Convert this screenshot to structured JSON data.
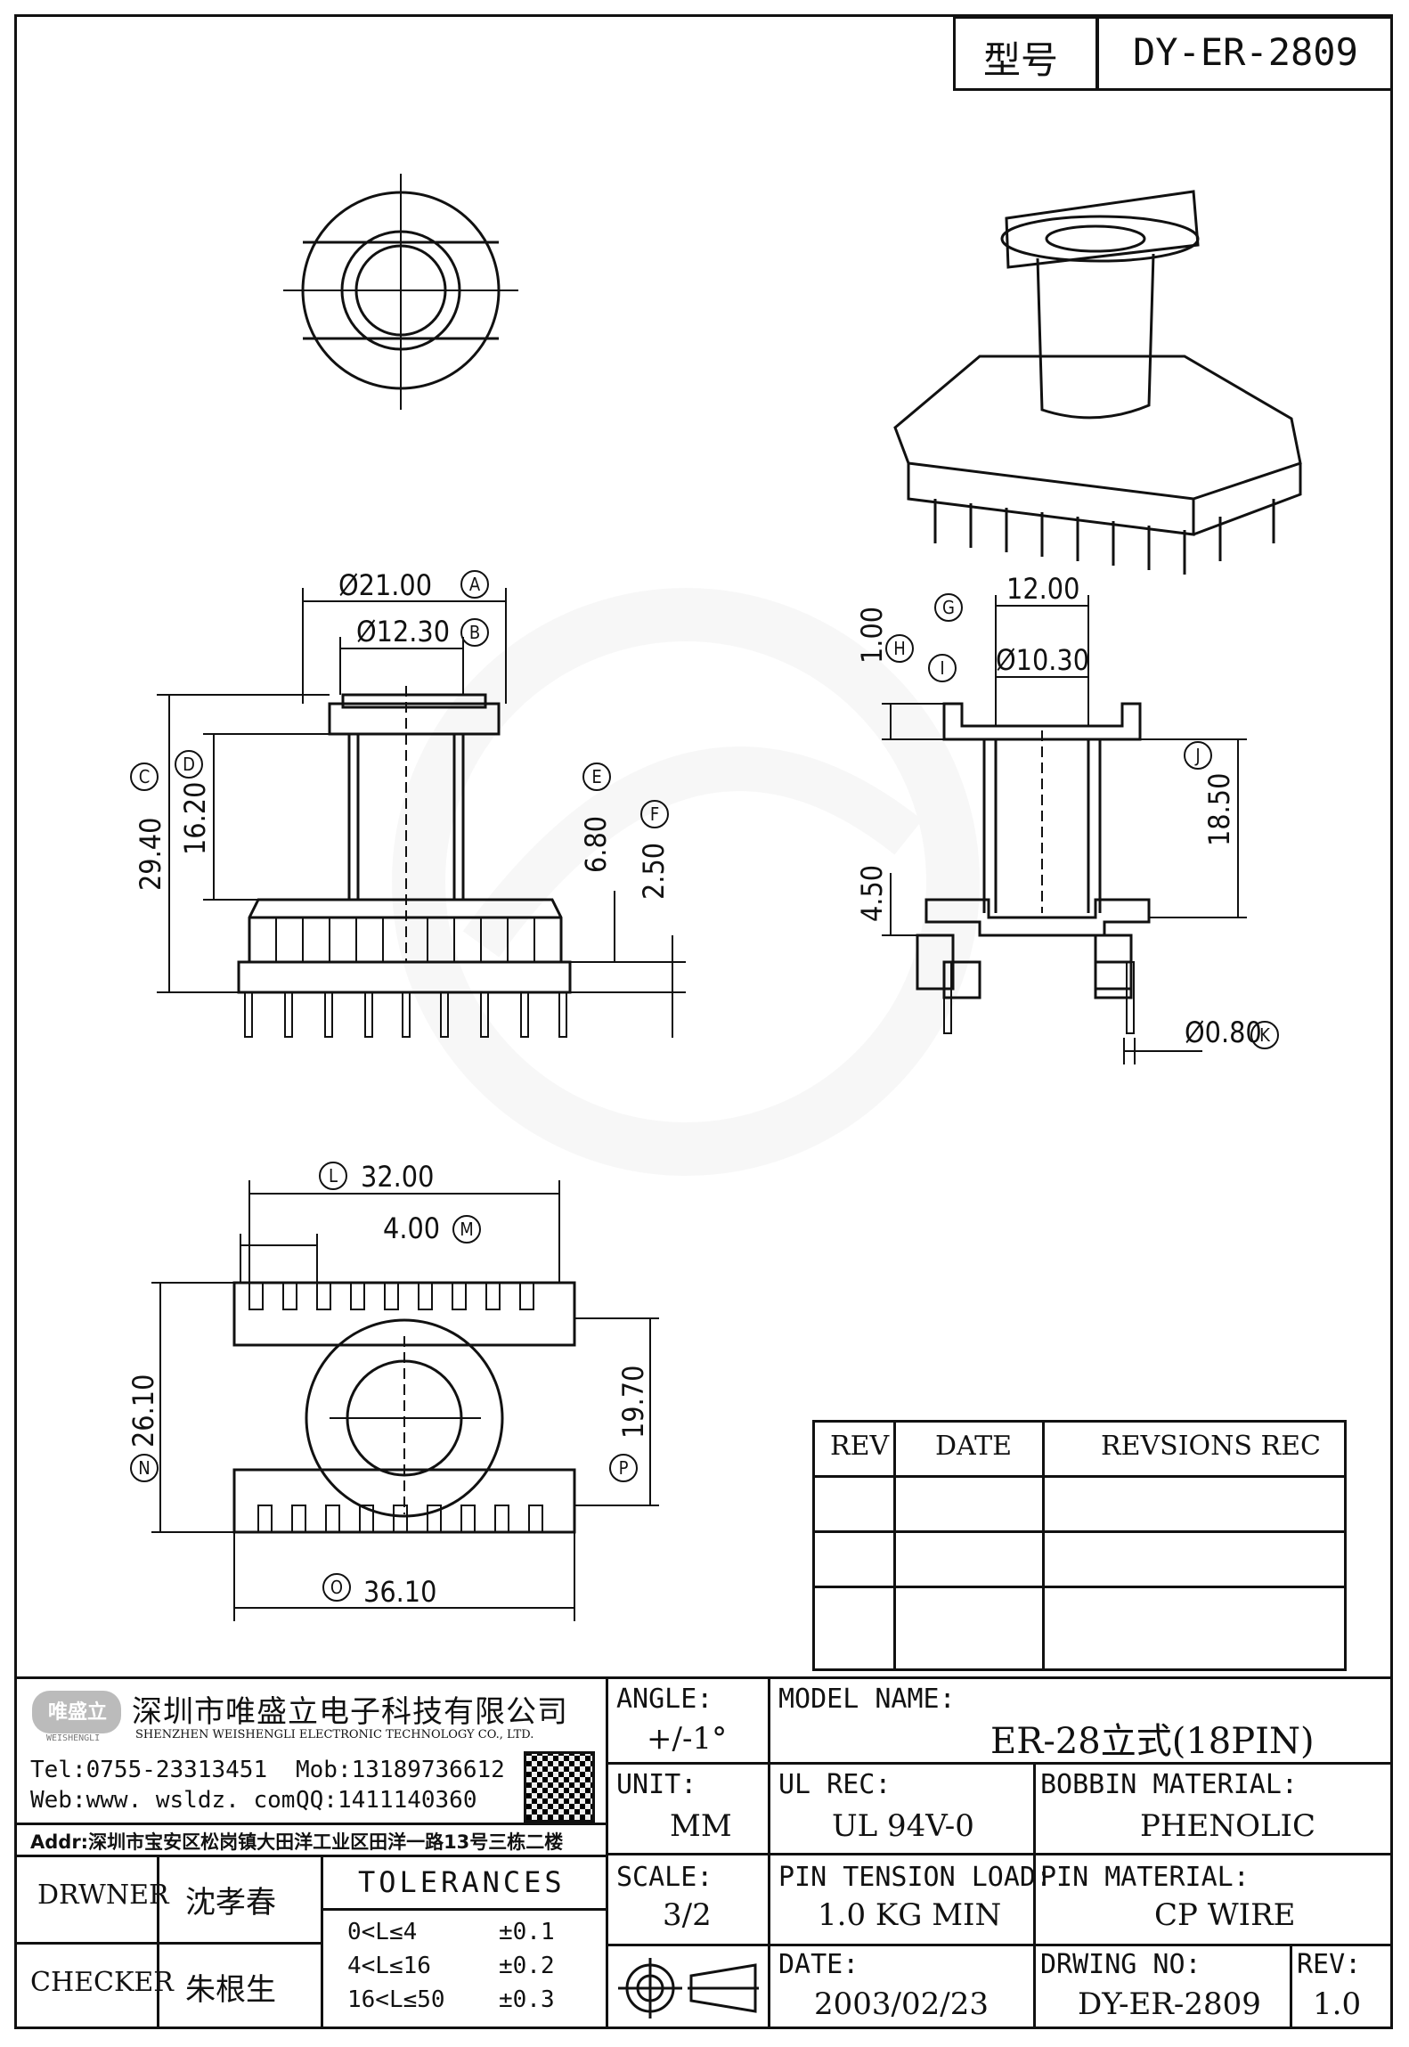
{
  "header": {
    "model_label": "型号",
    "model_value": "DY-ER-2809"
  },
  "dimensions": {
    "A": "Ø21.00",
    "B": "Ø12.30",
    "C": "29.40",
    "D": "16.20",
    "E": "6.80",
    "F": "2.50",
    "G": "12.00",
    "H": "1.00",
    "I": "Ø10.30",
    "J": "18.50",
    "H2": "4.50",
    "K": "Ø0.80",
    "L": "32.00",
    "M": "4.00",
    "N": "26.10",
    "P": "19.70",
    "O": "36.10"
  },
  "callouts": {
    "A": "A",
    "B": "B",
    "C": "C",
    "D": "D",
    "E": "E",
    "F": "F",
    "G": "G",
    "H": "H",
    "I": "I",
    "J": "J",
    "K": "K",
    "L": "L",
    "M": "M",
    "N": "N",
    "O": "O",
    "P": "P",
    "I2": "I"
  },
  "revision_table": {
    "headers": [
      "REV",
      "DATE",
      "REVSIONS REC"
    ],
    "rows": [
      [
        "",
        "",
        ""
      ],
      [
        "",
        "",
        ""
      ],
      [
        "",
        "",
        ""
      ]
    ]
  },
  "company": {
    "logo_text": "唯盛立",
    "logo_sub": "WEISHENGLI",
    "name_cn": "深圳市唯盛立电子科技有限公司",
    "name_en": "SHENZHEN WEISHENGLI ELECTRONIC TECHNOLOGY CO., LTD.",
    "tel": "Tel:0755-23313451",
    "mob": "Mob:13189736612",
    "web": "Web:www. wsldz. com",
    "qq": "QQ:1411140360",
    "addr": "Addr:深圳市宝安区松岗镇大田洋工业区田洋一路13号三栋二楼"
  },
  "title_block": {
    "angle_label": "ANGLE:",
    "angle_value": "+/-1°",
    "model_name_label": "MODEL NAME:",
    "model_name_value": "ER-28立式(18PIN)",
    "unit_label": "UNIT:",
    "unit_value": "MM",
    "ul_label": "UL REC:",
    "ul_value": "UL 94V-0",
    "bobbin_label": "BOBBIN MATERIAL:",
    "bobbin_value": "PHENOLIC",
    "scale_label": "SCALE:",
    "scale_value": "3/2",
    "pin_tension_label": "PIN TENSION LOAD:",
    "pin_tension_value": "1.0 KG MIN",
    "pin_material_label": "PIN MATERIAL:",
    "pin_material_value": "CP WIRE",
    "date_label": "DATE:",
    "date_value": "2003/02/23",
    "drawing_no_label": "DRWING NO:",
    "drawing_no_value": "DY-ER-2809",
    "rev_label": "REV:",
    "rev_value": "1.0",
    "drawer_label": "DRWNER",
    "drawer_value": "沈孝春",
    "checker_label": "CHECKER",
    "checker_value": "朱根生",
    "tolerances_label": "TOLERANCES",
    "tolerances": [
      {
        "range": "0<L≤4",
        "value": "±0.1"
      },
      {
        "range": "4<L≤16",
        "value": "±0.2"
      },
      {
        "range": "16<L≤50",
        "value": "±0.3"
      }
    ]
  },
  "colors": {
    "line": "#111111",
    "watermark": "#888888"
  }
}
